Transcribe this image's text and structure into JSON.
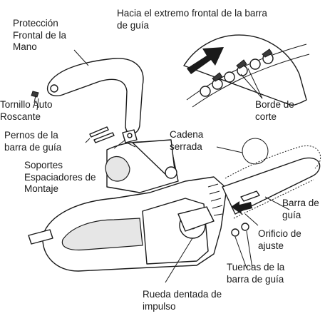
{
  "labels": {
    "hand_guard": "Protección\nFrontal de la\nMano",
    "direction": "Hacia el extremo frontal de la barra\nde guía",
    "self_tapping_screw": "Tornillo Auto\nRoscante",
    "cutting_edge": "Borde de\ncorte",
    "guide_bar_bolts": "Pernos de la\nbarra de guía",
    "saw_chain": "Cadena\nserrada",
    "mounting_spacers": "Soportes\nEspaciadores de\nMontaje",
    "guide_bar": "Barra de\nguía",
    "adjustment_hole": "Orificio de\najuste",
    "guide_bar_nuts": "Tuercas de la\nbarra de guía",
    "drive_sprocket": "Rueda dentada de\nimpulso"
  },
  "icons": {
    "direction_arrow": "arrow-up-right-icon",
    "insertion_arrow": "arrow-left-icon"
  }
}
